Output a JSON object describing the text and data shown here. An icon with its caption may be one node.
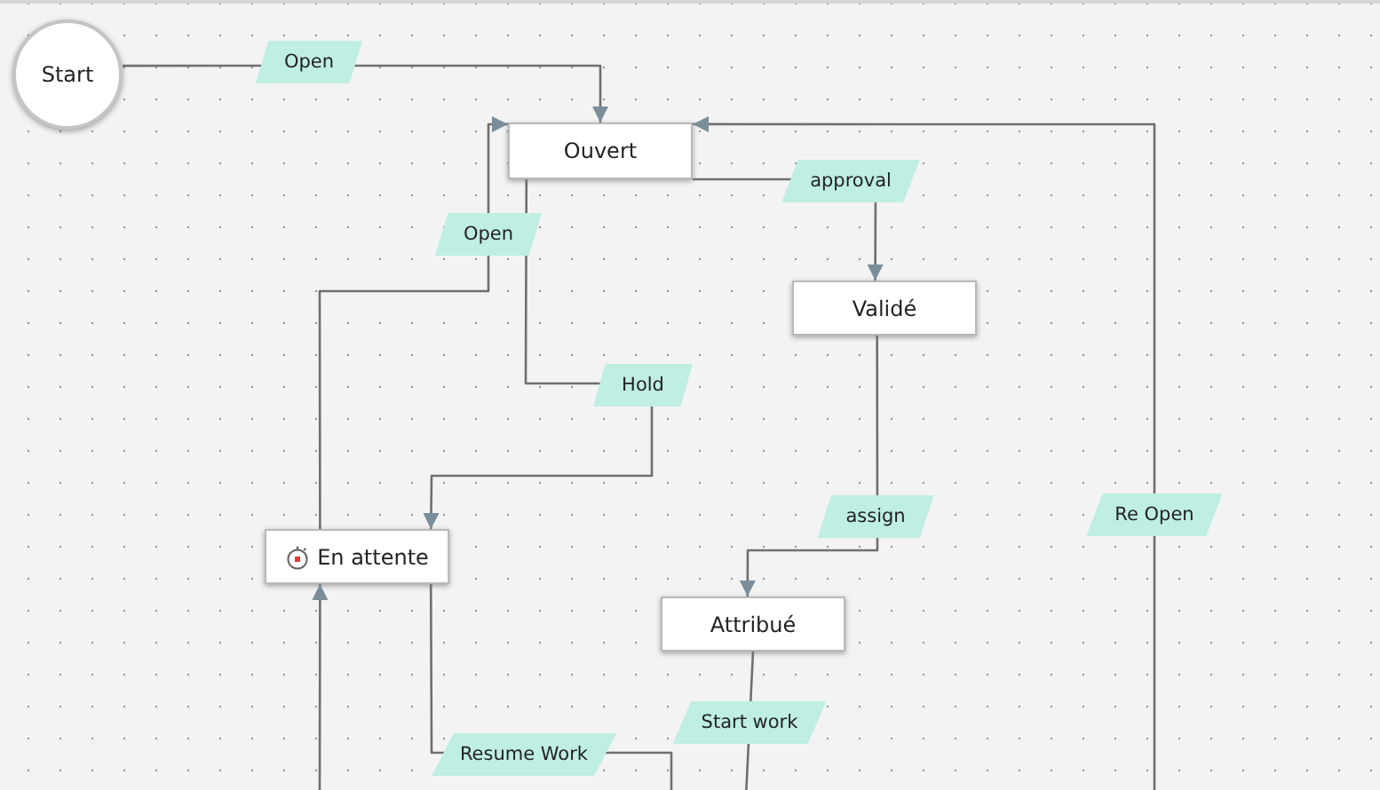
{
  "diagram": {
    "nodes": [
      {
        "text": [
          "Start"
        ]
      },
      {
        "text": [
          "Ouvert"
        ]
      },
      {
        "text": [
          "Validé"
        ]
      },
      {
        "text": [
          "En attente"
        ]
      },
      {
        "text": [
          "Attribué"
        ]
      }
    ],
    "edges": [
      {
        "from": 0,
        "to": 1,
        "label": "Open",
        "arrow": "to"
      },
      {
        "from": 1,
        "to": 2,
        "label": "approval",
        "arrow": "to"
      },
      {
        "from": 1,
        "to": 3,
        "label": "Hold",
        "arrow": "to"
      },
      {
        "from": 3,
        "to": 1,
        "label": "Open",
        "arrow": "to"
      },
      {
        "from": 2,
        "to": 4,
        "label": "assign",
        "arrow": "to"
      },
      {
        "from": 4,
        "to": null,
        "label": "Start work",
        "arrow": "none"
      },
      {
        "from": 3,
        "to": null,
        "label": "Resume Work",
        "arrow": "none"
      },
      {
        "from": null,
        "to": 3,
        "arrow": "to"
      },
      {
        "from": null,
        "to": 1,
        "label": "Re Open",
        "arrow": "to"
      }
    ]
  }
}
